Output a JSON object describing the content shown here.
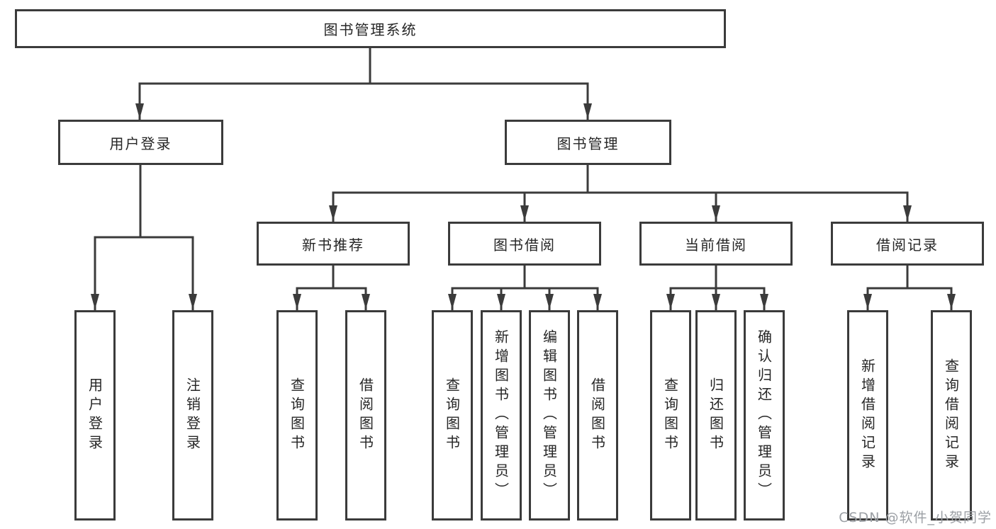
{
  "tree": {
    "root": "图书管理系统",
    "branches": [
      {
        "label": "用户登录",
        "children": [
          "用户登录",
          "注销登录"
        ]
      },
      {
        "label": "图书管理",
        "groups": [
          {
            "label": "新书推荐",
            "children": [
              "查询图书",
              "借阅图书"
            ]
          },
          {
            "label": "图书借阅",
            "children": [
              "查询图书",
              "新增图书（管理员）",
              "编辑图书（管理员）",
              "借阅图书"
            ]
          },
          {
            "label": "当前借阅",
            "children": [
              "查询图书",
              "归还图书",
              "确认归还（管理员）"
            ]
          },
          {
            "label": "借阅记录",
            "children": [
              "新增借阅记录",
              "查询借阅记录"
            ]
          }
        ]
      }
    ]
  },
  "watermark": {
    "text": "CSDN @软件_小贺同学"
  },
  "colors": {
    "line": "#3b3b3b",
    "text": "#262626",
    "background": "#ffffff",
    "watermark": "#9ca0a5"
  }
}
